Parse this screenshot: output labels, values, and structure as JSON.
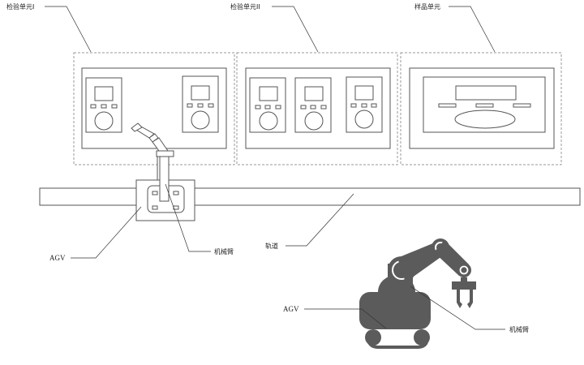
{
  "diagram": {
    "title": "",
    "units": {
      "inspection_unit_1": {
        "label": "检验单元I",
        "devices": 2
      },
      "inspection_unit_2": {
        "label": "检验单元II",
        "devices": 3
      },
      "sample_unit": {
        "label": "样品单元"
      }
    },
    "track": {
      "label": "轨道"
    },
    "agv_top": {
      "label": "AGV"
    },
    "arm_top": {
      "label": "机械臂"
    },
    "agv_icon": {
      "label": "AGV"
    },
    "arm_icon": {
      "label": "机械臂"
    },
    "colors": {
      "line": "#555555",
      "dashed": "#999999",
      "robot_fill": "#5b5b5b"
    }
  }
}
